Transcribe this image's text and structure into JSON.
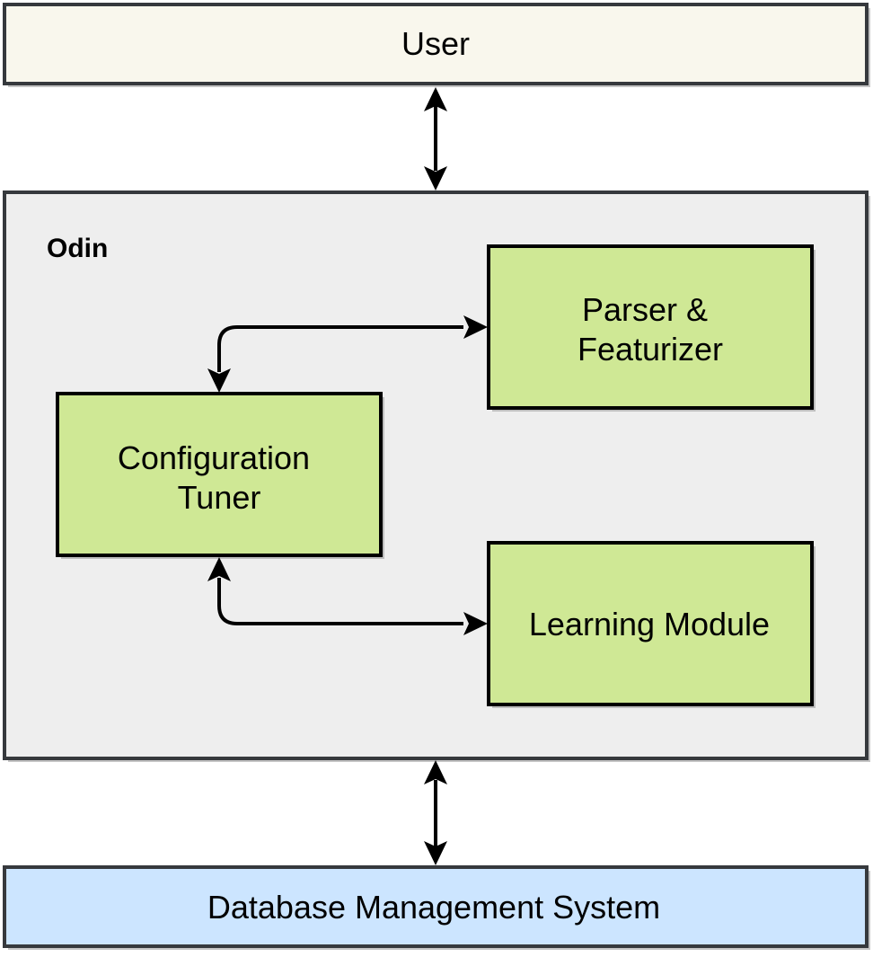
{
  "diagram": {
    "user": {
      "label": "User",
      "fill": "#f9f7ed"
    },
    "odin": {
      "label": "Odin",
      "fill": "#eeeeee"
    },
    "parser": {
      "lines": [
        "Parser &",
        "Featurizer"
      ],
      "fill": "#cfe895"
    },
    "tuner": {
      "lines": [
        "Configuration",
        "Tuner"
      ],
      "fill": "#cfe895"
    },
    "learning": {
      "lines": [
        "Learning Module"
      ],
      "fill": "#cfe895"
    },
    "dbms": {
      "label": "Database Management System",
      "fill": "#cce5ff"
    }
  },
  "colors": {
    "stroke": "#000000",
    "container_stroke": "#36393d",
    "shadow": "#9e9e9e"
  }
}
